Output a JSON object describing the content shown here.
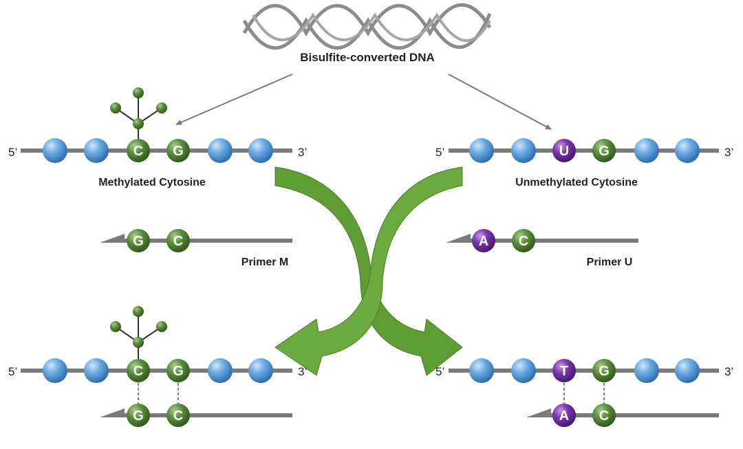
{
  "title": "Bisulfite-converted DNA",
  "colors": {
    "backbone": "#7a7a7a",
    "blue_bead": "#5b9bd5",
    "green_bead": "#548235",
    "purple_bead": "#7030a0",
    "arrow_green": "#5a9a32",
    "text": "#222222"
  },
  "icons": {
    "helix": "dna-double-helix-icon",
    "methyl": "methyl-group-icon"
  },
  "strands": {
    "top_left": {
      "five_prime": "5’",
      "three_prime": "3’",
      "beads": [
        "",
        "",
        "C",
        "G",
        "",
        ""
      ],
      "label": "Methylated Cytosine"
    },
    "top_right": {
      "five_prime": "5’",
      "three_prime": "3’",
      "beads": [
        "",
        "",
        "U",
        "G",
        "",
        ""
      ],
      "label": "Unmethylated Cytosine"
    },
    "bottom_left": {
      "five_prime": "5’",
      "three_prime": "3’",
      "beads": [
        "",
        "",
        "C",
        "G",
        "",
        ""
      ]
    },
    "bottom_right": {
      "five_prime": "5’",
      "three_prime": "3’",
      "beads": [
        "",
        "",
        "T",
        "G",
        "",
        ""
      ]
    }
  },
  "primers": {
    "m": {
      "label": "Primer M",
      "beads": [
        "G",
        "C"
      ]
    },
    "u": {
      "label": "Primer U",
      "beads": [
        "A",
        "C"
      ]
    },
    "m_bound": {
      "beads": [
        "G",
        "C"
      ]
    },
    "u_bound": {
      "beads": [
        "A",
        "C"
      ]
    }
  }
}
